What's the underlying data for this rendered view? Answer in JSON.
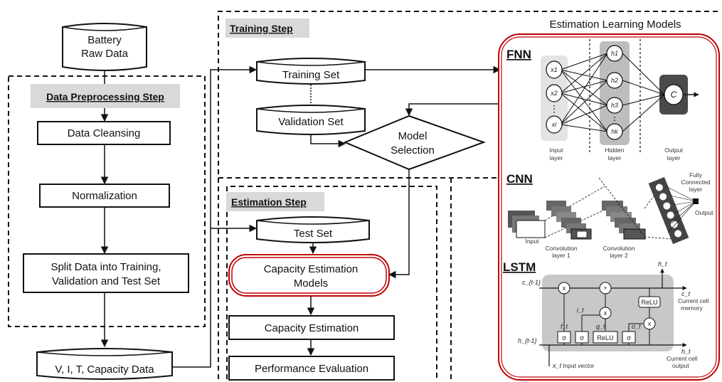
{
  "nodes": {
    "battery_raw_data": [
      "Battery",
      "Raw Data"
    ],
    "preprocessing_header": "Data Preprocessing Step",
    "data_cleansing": "Data Cleansing",
    "normalization": "Normalization",
    "split_data": [
      "Split Data into Training,",
      "Validation and Test Set"
    ],
    "vitc_data": "V, I, T, Capacity Data",
    "training_header": "Training Step",
    "training_set": "Training Set",
    "validation_set": "Validation Set",
    "model_selection": [
      "Model",
      "Selection"
    ],
    "estimation_header": "Estimation Step",
    "test_set": "Test Set",
    "capacity_models": [
      "Capacity Estimation",
      "Models"
    ],
    "capacity_estimation": "Capacity Estimation",
    "performance_evaluation": "Performance Evaluation"
  },
  "models": {
    "title": "Estimation Learning Models",
    "fnn": {
      "label": "FNN",
      "inputs": [
        "x1",
        "x2",
        "xi"
      ],
      "hidden": [
        "h1",
        "h2",
        "h3",
        "hk"
      ],
      "output": "C",
      "input_layer": [
        "Input",
        "layer"
      ],
      "hidden_layer": [
        "Hidden",
        "layer"
      ],
      "output_layer": [
        "Output",
        "layer"
      ]
    },
    "cnn": {
      "label": "CNN",
      "input": "Input",
      "conv1": [
        "Convolution",
        "layer 1"
      ],
      "conv2": [
        "Convolution",
        "layer 2"
      ],
      "fc": [
        "Fully",
        "Connected",
        "layer"
      ],
      "output": "Output"
    },
    "lstm": {
      "label": "LSTM",
      "c_prev": "c_{t-1}",
      "h_prev": "h_{t-1}",
      "c_t": "c_t",
      "h_t_top": "h_t",
      "h_t_right": "h_t",
      "x_t": "x_t",
      "input_vector": "Input vector",
      "current_cell_memory": [
        "Current cell",
        "memory"
      ],
      "current_cell_output": [
        "Current cell",
        "output"
      ],
      "gates": [
        "f_t",
        "i_t",
        "g_t",
        "o_t"
      ],
      "ops": [
        "x",
        "+",
        "x",
        "x"
      ],
      "sigma": "σ",
      "relu": "ReLU"
    }
  }
}
